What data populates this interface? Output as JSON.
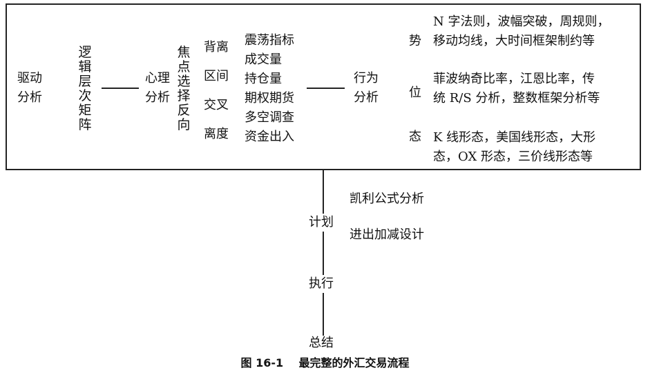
{
  "drive": "驱动\n分析",
  "matrix": "逻辑层次矩阵",
  "psych": "心理\n分析",
  "focus": "焦点选择反向",
  "labels": [
    "背离",
    "区间",
    "交叉",
    "离度"
  ],
  "indicators": [
    "震荡指标",
    "成交量",
    "持仓量",
    "期权期货",
    "多空调查",
    "资金出入"
  ],
  "behavior": "行为\n分析",
  "categories": [
    {
      "key": "势",
      "desc": "N 字法则，波幅突破，周规则，\n移动均线，大时间框架制约等"
    },
    {
      "key": "位",
      "desc": "菲波纳奇比率，江恩比率，传\n统 R/S 分析，整数框架分析等"
    },
    {
      "key": "态",
      "desc": "K 线形态，美国线形态，大形\n态，OX 形态，三价线形态等"
    }
  ],
  "plan": "计划",
  "plan_items": [
    "凯利公式分析",
    "进出加减设计"
  ],
  "execute": "执行",
  "summary": "总结",
  "caption": "图 16-1    最完整的外汇交易流程"
}
